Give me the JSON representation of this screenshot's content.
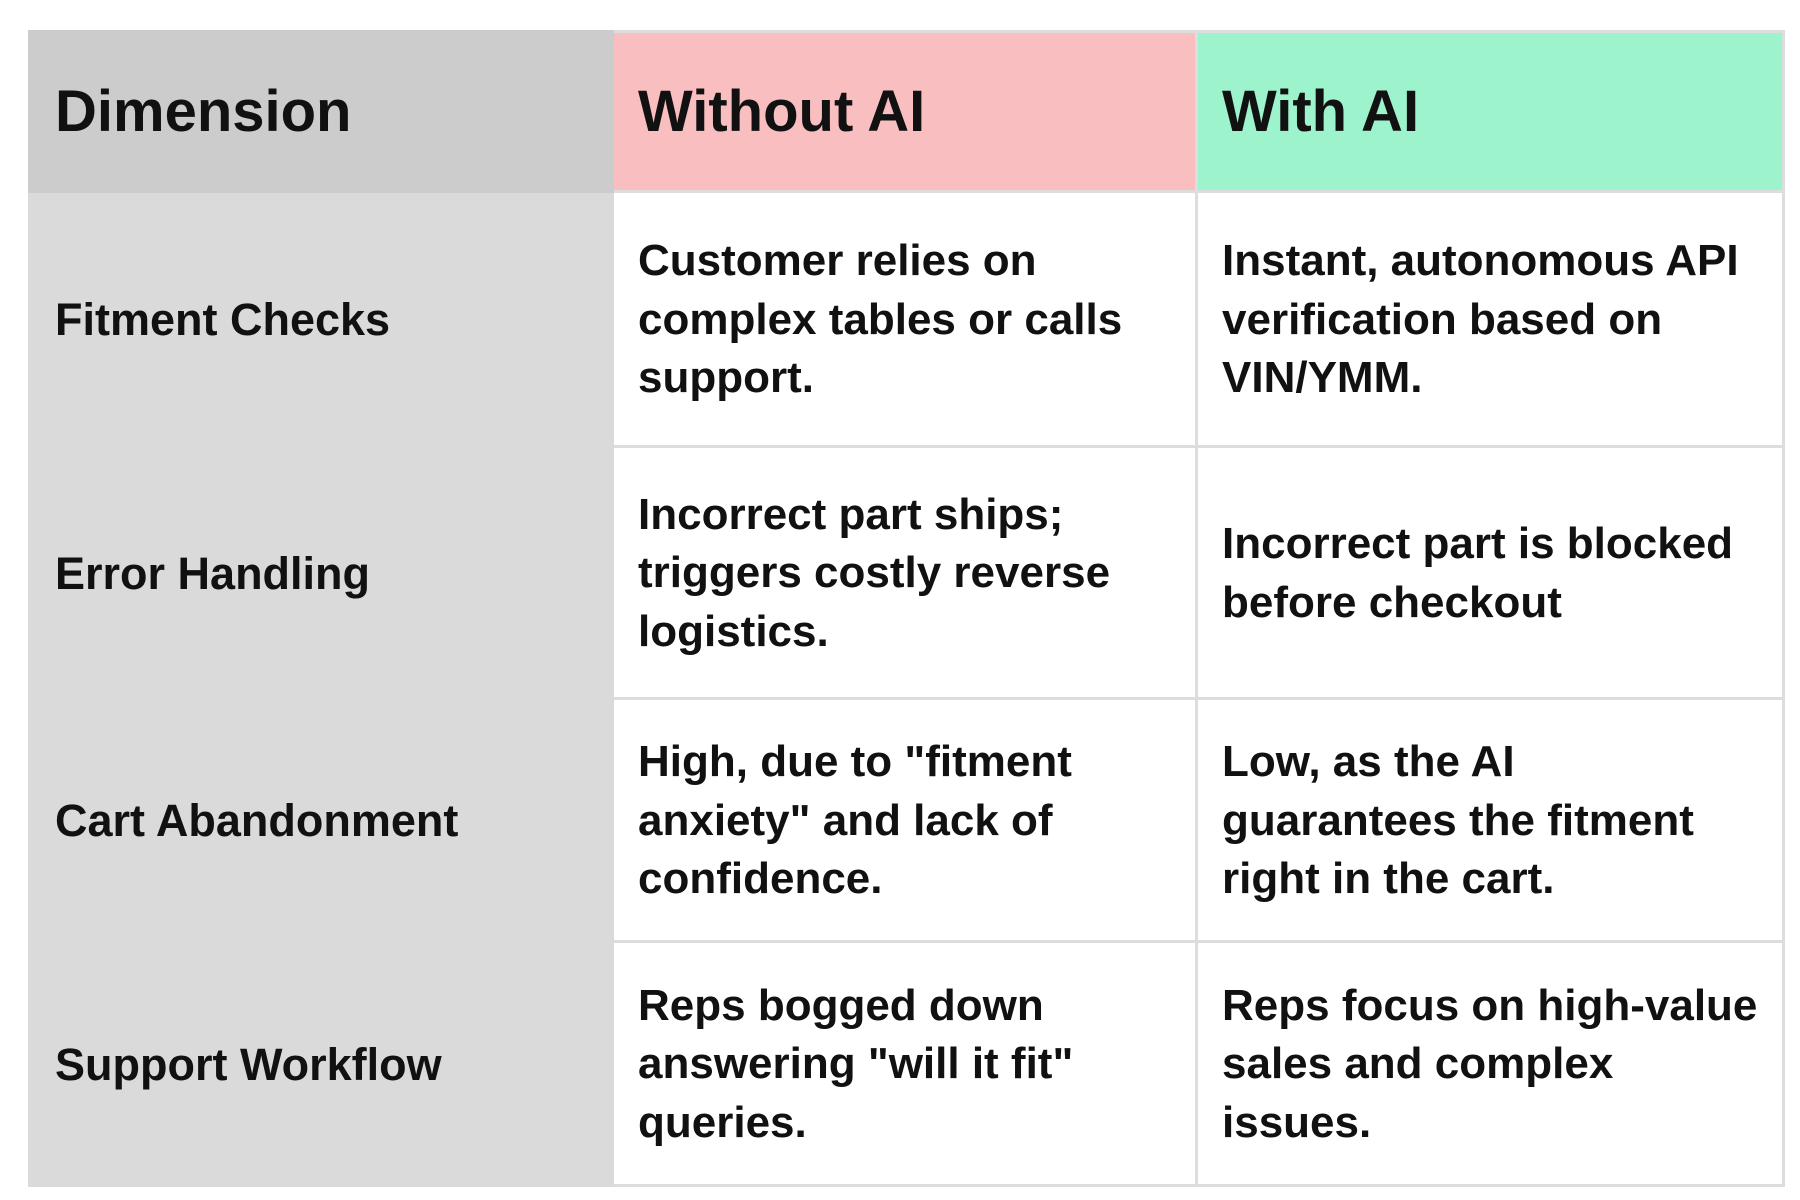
{
  "header": {
    "dimension": "Dimension",
    "without_ai": "Without AI",
    "with_ai": "With AI"
  },
  "colors": {
    "dimension_header_bg": "#cccccc",
    "dimension_column_bg": "#dadada",
    "without_ai_header_bg": "#f9bebf",
    "with_ai_header_bg": "#9df3cc",
    "grid_line": "#dddddd"
  },
  "rows": [
    {
      "dimension": "Fitment Checks",
      "without_ai": "Customer relies on complex tables or calls support.",
      "with_ai": "Instant, autonomous API verification based on VIN/YMM."
    },
    {
      "dimension": "Error Handling",
      "without_ai": "Incorrect part ships; triggers costly reverse logistics.",
      "with_ai": "Incorrect part is blocked before checkout"
    },
    {
      "dimension": "Cart Abandonment",
      "without_ai": "High, due to \"fitment anxiety\" and lack of confidence.",
      "with_ai": "Low, as the AI guarantees the fitment right in the cart."
    },
    {
      "dimension": "Support Workflow",
      "without_ai": "Reps bogged down answering \"will it fit\" queries.",
      "with_ai": "Reps focus on high-value sales and complex issues."
    }
  ]
}
